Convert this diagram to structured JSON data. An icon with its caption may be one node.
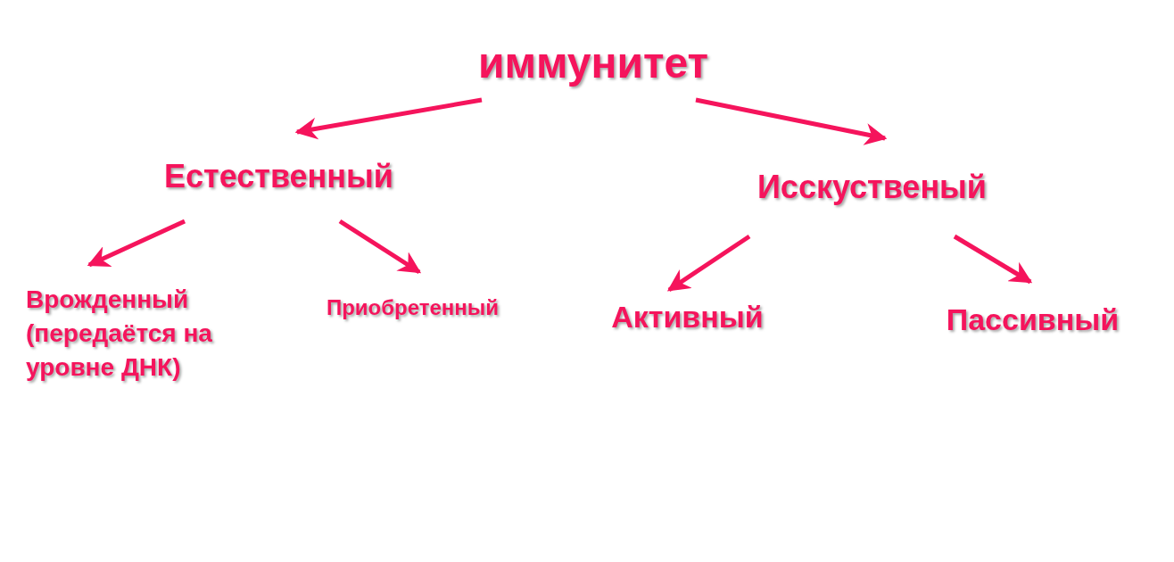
{
  "diagram": {
    "nodes": [
      {
        "text": [
          "иммунитет"
        ]
      },
      {
        "text": [
          "Естественный"
        ]
      },
      {
        "text": [
          "Исскуственый"
        ]
      },
      {
        "text": [
          "Врожденный (передаётся на уровне ДНК)"
        ]
      },
      {
        "text": [
          "Приобретенный"
        ]
      },
      {
        "text": [
          "Активный"
        ]
      },
      {
        "text": [
          "Пассивный"
        ]
      }
    ],
    "edges": [
      {
        "from": 0,
        "to": 1,
        "arrow": "to"
      },
      {
        "from": 0,
        "to": 2,
        "arrow": "to"
      },
      {
        "from": 1,
        "to": 3,
        "arrow": "to"
      },
      {
        "from": 1,
        "to": 4,
        "arrow": "to"
      },
      {
        "from": 2,
        "to": 5,
        "arrow": "to"
      },
      {
        "from": 2,
        "to": 6,
        "arrow": "to"
      }
    ]
  }
}
